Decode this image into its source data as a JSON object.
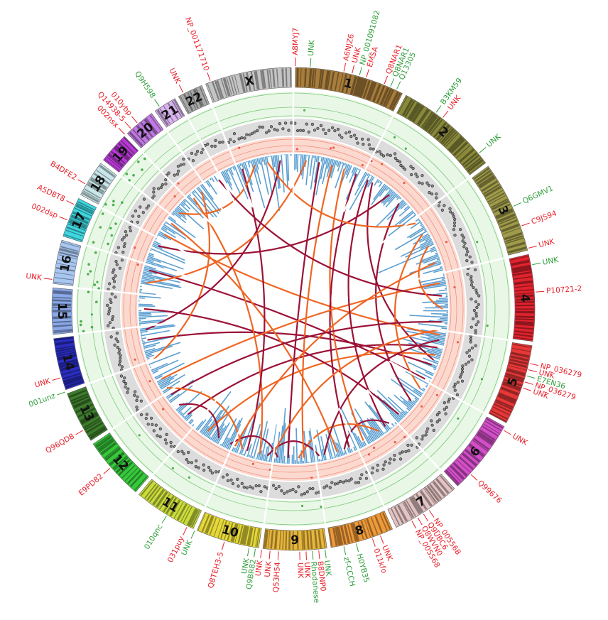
{
  "colors": {
    "red_label": "#e8202a",
    "green_label": "#2f9e3a",
    "histogram": "#5b9fd0",
    "ring_green": "#e9f7e6",
    "ring_gray": "#dcdcdc",
    "ring_pink": "#fbd9cf",
    "link_dark": "#9c1237",
    "link_orange": "#ef6624"
  },
  "chromosomes": [
    {
      "name": "1",
      "color": "#a87d3c",
      "size": 9.5
    },
    {
      "name": "2",
      "color": "#8b8a3c",
      "size": 9.0
    },
    {
      "name": "3",
      "color": "#a09b4a",
      "size": 8.0
    },
    {
      "name": "4",
      "color": "#e0232e",
      "size": 7.5
    },
    {
      "name": "5",
      "color": "#e63838",
      "size": 7.0
    },
    {
      "name": "6",
      "color": "#d24fc8",
      "size": 6.5
    },
    {
      "name": "7",
      "color": "#e3c3c3",
      "size": 6.0
    },
    {
      "name": "8",
      "color": "#ee9a3a",
      "size": 5.5
    },
    {
      "name": "9",
      "color": "#e7b63c",
      "size": 5.5
    },
    {
      "name": "10",
      "color": "#e5d83a",
      "size": 5.5
    },
    {
      "name": "11",
      "color": "#c9dc3c",
      "size": 5.5
    },
    {
      "name": "12",
      "color": "#37c83c",
      "size": 5.5
    },
    {
      "name": "13",
      "color": "#3d7c2c",
      "size": 4.5
    },
    {
      "name": "14",
      "color": "#2a2ec0",
      "size": 4.5
    },
    {
      "name": "15",
      "color": "#8aa9e8",
      "size": 4.0
    },
    {
      "name": "16",
      "color": "#a8c6f0",
      "size": 3.8
    },
    {
      "name": "17",
      "color": "#3fd6e0",
      "size": 3.5
    },
    {
      "name": "18",
      "color": "#c9e6ea",
      "size": 3.2
    },
    {
      "name": "19",
      "color": "#b83ad6",
      "size": 2.7
    },
    {
      "name": "20",
      "color": "#c07be2",
      "size": 2.7
    },
    {
      "name": "21",
      "color": "#d8b4ee",
      "size": 2.0
    },
    {
      "name": "22",
      "color": "#a8a8a8",
      "size": 2.2
    },
    {
      "name": "X",
      "color": "#c4c4c4",
      "size": 7.5
    }
  ],
  "annotations": [
    {
      "text": "A8MYJ7",
      "color": "red",
      "deg": 0.5
    },
    {
      "text": "UNK",
      "color": "green",
      "deg": 4.0
    },
    {
      "text": "A6NJZ6",
      "color": "red",
      "deg": 12.0
    },
    {
      "text": "UNK",
      "color": "red",
      "deg": 14.0
    },
    {
      "text": "NP_001091082",
      "color": "green",
      "deg": 15.8
    },
    {
      "text": "EMSA",
      "color": "red",
      "deg": 17.5
    },
    {
      "text": "Q8NAR1",
      "color": "red",
      "deg": 22.0
    },
    {
      "text": "Q8NAR1",
      "color": "green",
      "deg": 23.6
    },
    {
      "text": "Q13305",
      "color": "green",
      "deg": 25.2
    },
    {
      "text": "B3KM59",
      "color": "green",
      "deg": 36.0
    },
    {
      "text": "UNK",
      "color": "red",
      "deg": 38.0
    },
    {
      "text": "UNK",
      "color": "green",
      "deg": 50.0
    },
    {
      "text": "Q6GMV1",
      "color": "green",
      "deg": 65.0
    },
    {
      "text": "C9JS94",
      "color": "red",
      "deg": 70.0
    },
    {
      "text": "UNK",
      "color": "red",
      "deg": 75.5
    },
    {
      "text": "UNK",
      "color": "green",
      "deg": 79.5
    },
    {
      "text": "P10721-2",
      "color": "red",
      "deg": 86.0
    },
    {
      "text": "NP_036279",
      "color": "red",
      "deg": 103.0
    },
    {
      "text": "UNK",
      "color": "red",
      "deg": 104.5
    },
    {
      "text": "E7EN36",
      "color": "green",
      "deg": 106.0
    },
    {
      "text": "NP_036279",
      "color": "red",
      "deg": 107.5
    },
    {
      "text": "UNK",
      "color": "red",
      "deg": 109.0
    },
    {
      "text": "UNK",
      "color": "red",
      "deg": 120.0
    },
    {
      "text": "Q99676",
      "color": "red",
      "deg": 133.0
    },
    {
      "text": "NP_005568",
      "color": "red",
      "deg": 146.0
    },
    {
      "text": "Q9UBC6",
      "color": "red",
      "deg": 147.6
    },
    {
      "text": "Q8WVN0",
      "color": "red",
      "deg": 149.2
    },
    {
      "text": "NP_005568",
      "color": "red",
      "deg": 150.8
    },
    {
      "text": "UNK",
      "color": "red",
      "deg": 159.0
    },
    {
      "text": "011kfo",
      "color": "red",
      "deg": 161.0
    },
    {
      "text": "H0YB35",
      "color": "green",
      "deg": 165.0
    },
    {
      "text": "zf-CCCH",
      "color": "green",
      "deg": 168.0
    },
    {
      "text": "UNK",
      "color": "green",
      "deg": 172.5
    },
    {
      "text": "B8DNP0",
      "color": "red",
      "deg": 174.0
    },
    {
      "text": "Rhodanese",
      "color": "green",
      "deg": 175.5
    },
    {
      "text": "UNK",
      "color": "red",
      "deg": 177.0
    },
    {
      "text": "UNK",
      "color": "red",
      "deg": 178.5
    },
    {
      "text": "Q53H54",
      "color": "red",
      "deg": 183.5
    },
    {
      "text": "UNK",
      "color": "red",
      "deg": 185.5
    },
    {
      "text": "UNK",
      "color": "red",
      "deg": 187.5
    },
    {
      "text": "Q9BR82",
      "color": "green",
      "deg": 189.0
    },
    {
      "text": "UNK",
      "color": "green",
      "deg": 190.5
    },
    {
      "text": "Q8TEH3-5",
      "color": "red",
      "deg": 196.5
    },
    {
      "text": "UNK",
      "color": "green",
      "deg": 204.0
    },
    {
      "text": "031puy",
      "color": "red",
      "deg": 206.0
    },
    {
      "text": "010qnc",
      "color": "green",
      "deg": 211.5
    },
    {
      "text": "E9PD82",
      "color": "red",
      "deg": 229.0
    },
    {
      "text": "Q96QD8",
      "color": "red",
      "deg": 240.0
    },
    {
      "text": "001unz",
      "color": "green",
      "deg": 250.0
    },
    {
      "text": "UNK",
      "color": "red",
      "deg": 253.5
    },
    {
      "text": "UNK",
      "color": "red",
      "deg": 277.0
    },
    {
      "text": "002dsp",
      "color": "red",
      "deg": 291.5
    },
    {
      "text": "A5D8T8",
      "color": "red",
      "deg": 295.5
    },
    {
      "text": "B4DFE2",
      "color": "red",
      "deg": 301.0
    },
    {
      "text": "002nsx",
      "color": "red",
      "deg": 316.0
    },
    {
      "text": "Q14938-5",
      "color": "red",
      "deg": 318.0
    },
    {
      "text": "010ybp",
      "color": "red",
      "deg": 320.0
    },
    {
      "text": "Q9H598",
      "color": "green",
      "deg": 326.5
    },
    {
      "text": "UNK",
      "color": "red",
      "deg": 333.0
    },
    {
      "text": "NP_001171710",
      "color": "red",
      "deg": 340.0
    }
  ],
  "links": [
    {
      "a": 110,
      "b": 32,
      "color": "dark"
    },
    {
      "a": 112,
      "b": 258,
      "color": "dark"
    },
    {
      "a": 105,
      "b": 225,
      "color": "dark"
    },
    {
      "a": 108,
      "b": 215,
      "color": "orange"
    },
    {
      "a": 100,
      "b": 300,
      "color": "orange"
    },
    {
      "a": 118,
      "b": 285,
      "color": "dark"
    },
    {
      "a": 122,
      "b": 60,
      "color": "orange"
    },
    {
      "a": 128,
      "b": 45,
      "color": "dark"
    },
    {
      "a": 135,
      "b": 270,
      "color": "dark"
    },
    {
      "a": 140,
      "b": 160,
      "color": "dark"
    },
    {
      "a": 145,
      "b": 178,
      "color": "orange"
    },
    {
      "a": 152,
      "b": 20,
      "color": "orange"
    },
    {
      "a": 158,
      "b": 25,
      "color": "dark"
    },
    {
      "a": 163,
      "b": 305,
      "color": "orange"
    },
    {
      "a": 170,
      "b": 190,
      "color": "dark"
    },
    {
      "a": 176,
      "b": 15,
      "color": "orange"
    },
    {
      "a": 182,
      "b": 10,
      "color": "dark"
    },
    {
      "a": 186,
      "b": 205,
      "color": "dark"
    },
    {
      "a": 193,
      "b": 318,
      "color": "orange"
    },
    {
      "a": 198,
      "b": 340,
      "color": "dark"
    },
    {
      "a": 203,
      "b": 72,
      "color": "orange"
    },
    {
      "a": 210,
      "b": 230,
      "color": "dark"
    },
    {
      "a": 235,
      "b": 95,
      "color": "dark"
    },
    {
      "a": 242,
      "b": 80,
      "color": "orange"
    },
    {
      "a": 250,
      "b": 322,
      "color": "orange"
    },
    {
      "a": 262,
      "b": 355,
      "color": "dark"
    },
    {
      "a": 280,
      "b": 5,
      "color": "orange"
    },
    {
      "a": 295,
      "b": 40,
      "color": "dark"
    },
    {
      "a": 310,
      "b": 345,
      "color": "orange"
    },
    {
      "a": 330,
      "b": 85,
      "color": "dark"
    },
    {
      "a": 350,
      "b": 55,
      "color": "orange"
    },
    {
      "a": 65,
      "b": 90,
      "color": "orange"
    },
    {
      "a": 98,
      "b": 188,
      "color": "orange"
    },
    {
      "a": 102,
      "b": 168,
      "color": "dark"
    },
    {
      "a": 200,
      "b": 238,
      "color": "orange"
    },
    {
      "a": 30,
      "b": 142,
      "color": "dark"
    }
  ]
}
